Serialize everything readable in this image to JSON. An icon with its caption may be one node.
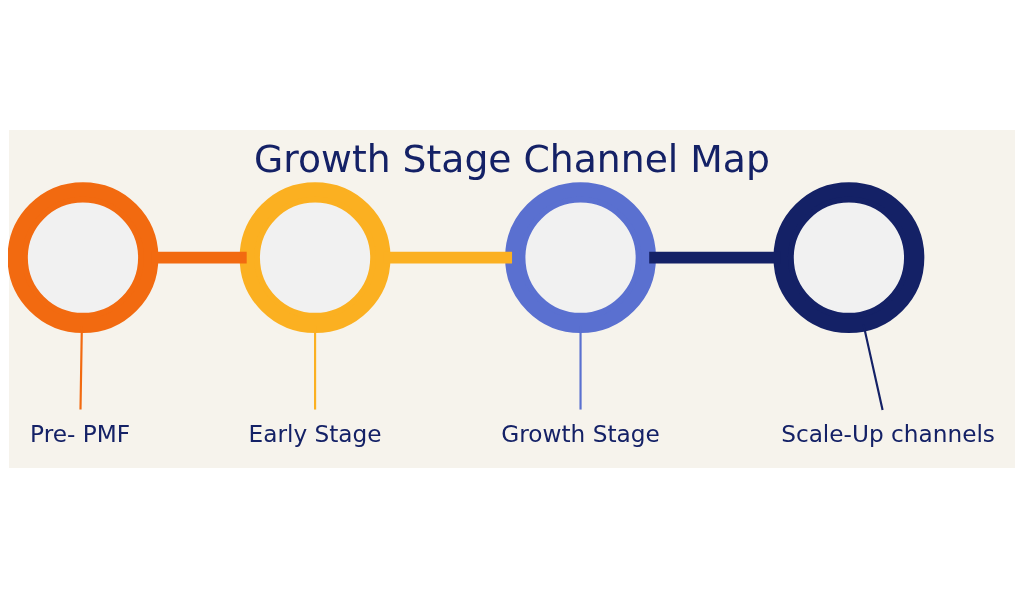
{
  "diagram": {
    "title": "Growth Stage Channel Map",
    "nodes": [
      {
        "text": [],
        "shape": "circle"
      },
      {
        "text": [],
        "shape": "circle"
      },
      {
        "text": [],
        "shape": "circle"
      },
      {
        "text": [],
        "shape": "circle"
      },
      {
        "text": [
          "Pre- PMF"
        ]
      },
      {
        "text": [
          "Early Stage"
        ]
      },
      {
        "text": [
          "Growth Stage"
        ]
      },
      {
        "text": [
          "Scale-Up channels"
        ]
      }
    ],
    "edges": [
      {
        "from": 0,
        "to": 1,
        "arrow": "none",
        "style": "thick",
        "color": "#f26a10"
      },
      {
        "from": 1,
        "to": 2,
        "arrow": "none",
        "style": "thick",
        "color": "#fbb021"
      },
      {
        "from": 2,
        "to": 3,
        "arrow": "none",
        "style": "thick",
        "color": "#142166"
      },
      {
        "from": 0,
        "to": 4,
        "arrow": "none",
        "color": "#f26a10"
      },
      {
        "from": 1,
        "to": 5,
        "arrow": "none",
        "color": "#fbb021"
      },
      {
        "from": 2,
        "to": 6,
        "arrow": "none",
        "color": "#5a70d0"
      },
      {
        "from": 3,
        "to": 7,
        "arrow": "none",
        "color": "#142166"
      }
    ]
  }
}
